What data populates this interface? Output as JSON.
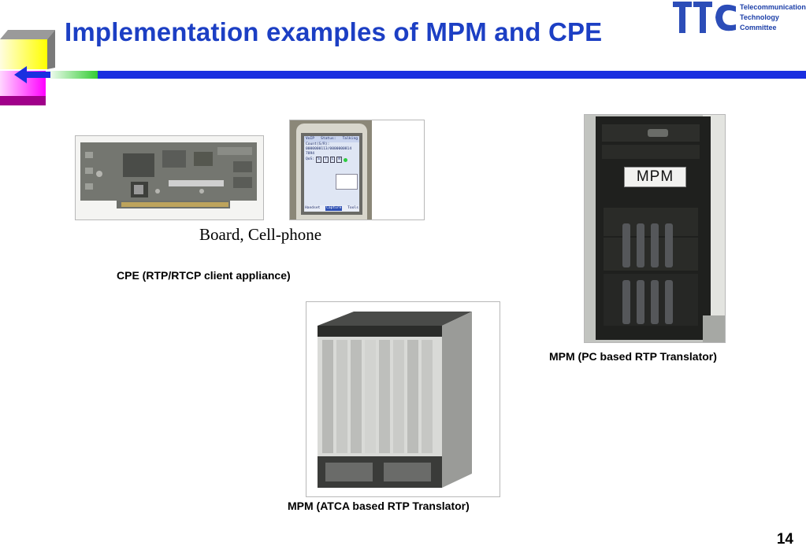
{
  "slide": {
    "title": "Implementation examples of MPM and CPE",
    "page_number": "14"
  },
  "logo": {
    "mark": "TTC",
    "lines": [
      "Telecommunication",
      "Technology",
      "Committee"
    ]
  },
  "images": {
    "board_caption": "Board,  Cell-phone",
    "cpe_caption": "CPE (RTP/RTCP client appliance)",
    "pc_mpm_caption": "MPM (PC based RTP Translator)",
    "pc_mpm_label": "MPM",
    "atca_caption": "MPM (ATCA based RTP Translator)"
  },
  "phone_screen": {
    "header": [
      "VoIP",
      "Status:",
      "Talking"
    ],
    "lines": [
      "Count(S/R):",
      "0000000113/0000000814",
      "7894",
      "QoS:"
    ],
    "qos_boxes": [
      "S",
      "T",
      "C",
      "R"
    ],
    "buttons": [
      "Handset",
      "Capture",
      "Tools"
    ]
  },
  "colors": {
    "title": "#1c3fc4",
    "rule": "#1a2fe0",
    "logo": "#1c3fa8"
  }
}
